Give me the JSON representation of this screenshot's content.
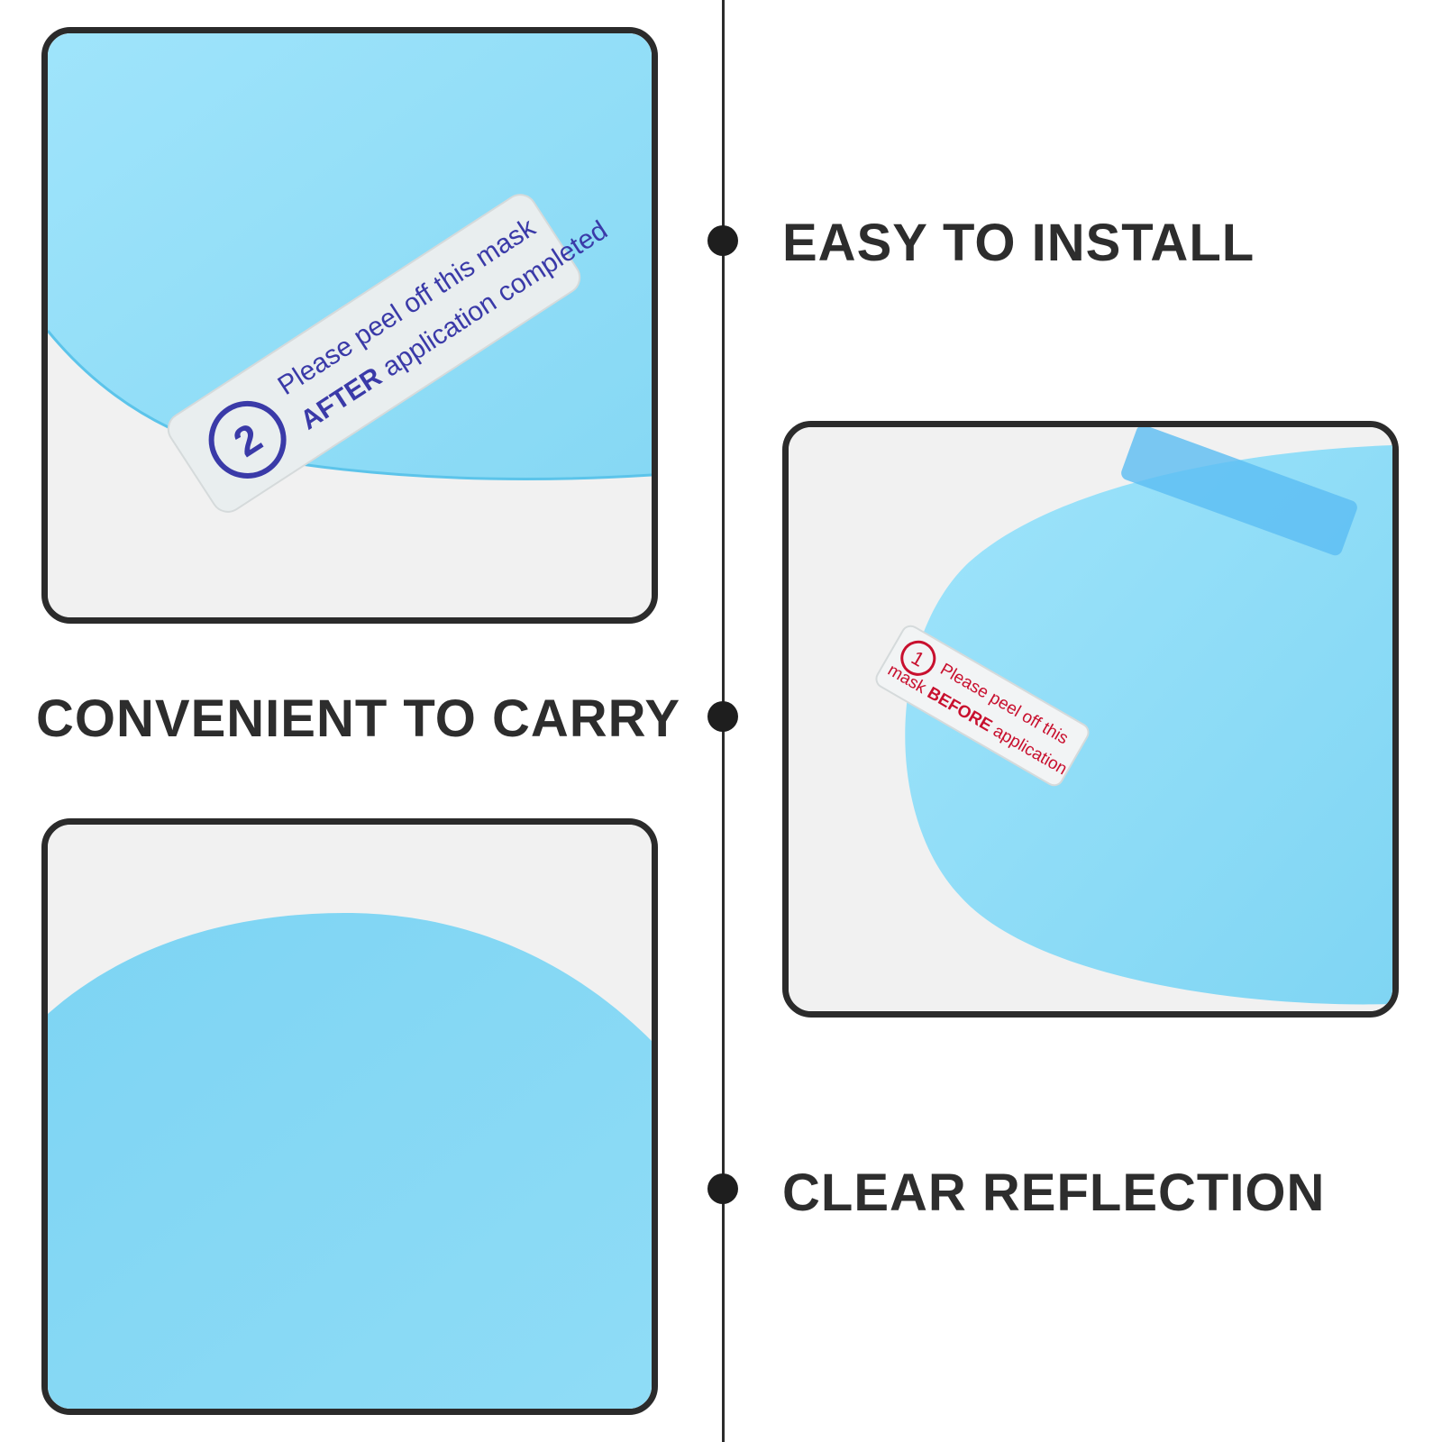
{
  "features": {
    "easy_install": "EASY TO INSTALL",
    "convenient_carry": "CONVENIENT TO CARRY",
    "clear_reflection": "CLEAR REFLECTION"
  },
  "sticker_after": {
    "number": "2",
    "line1": "Please peel off this mask",
    "line2_bold": "AFTER",
    "line2_rest": " application completed"
  },
  "sticker_before": {
    "number": "1",
    "line1": "Please peel off this",
    "line2_start": "mask ",
    "line2_bold": "BEFORE",
    "line2_rest": " application"
  },
  "colors": {
    "film_blue": "#8fdcf6",
    "film_blue_deep": "#6fd0f0",
    "background_gray": "#f1f1f1",
    "frame_border": "#2b2b2b",
    "label_text": "#2d2d2d",
    "sticker_blue_text": "#3a3aa8",
    "sticker_red_text": "#c8102e"
  }
}
